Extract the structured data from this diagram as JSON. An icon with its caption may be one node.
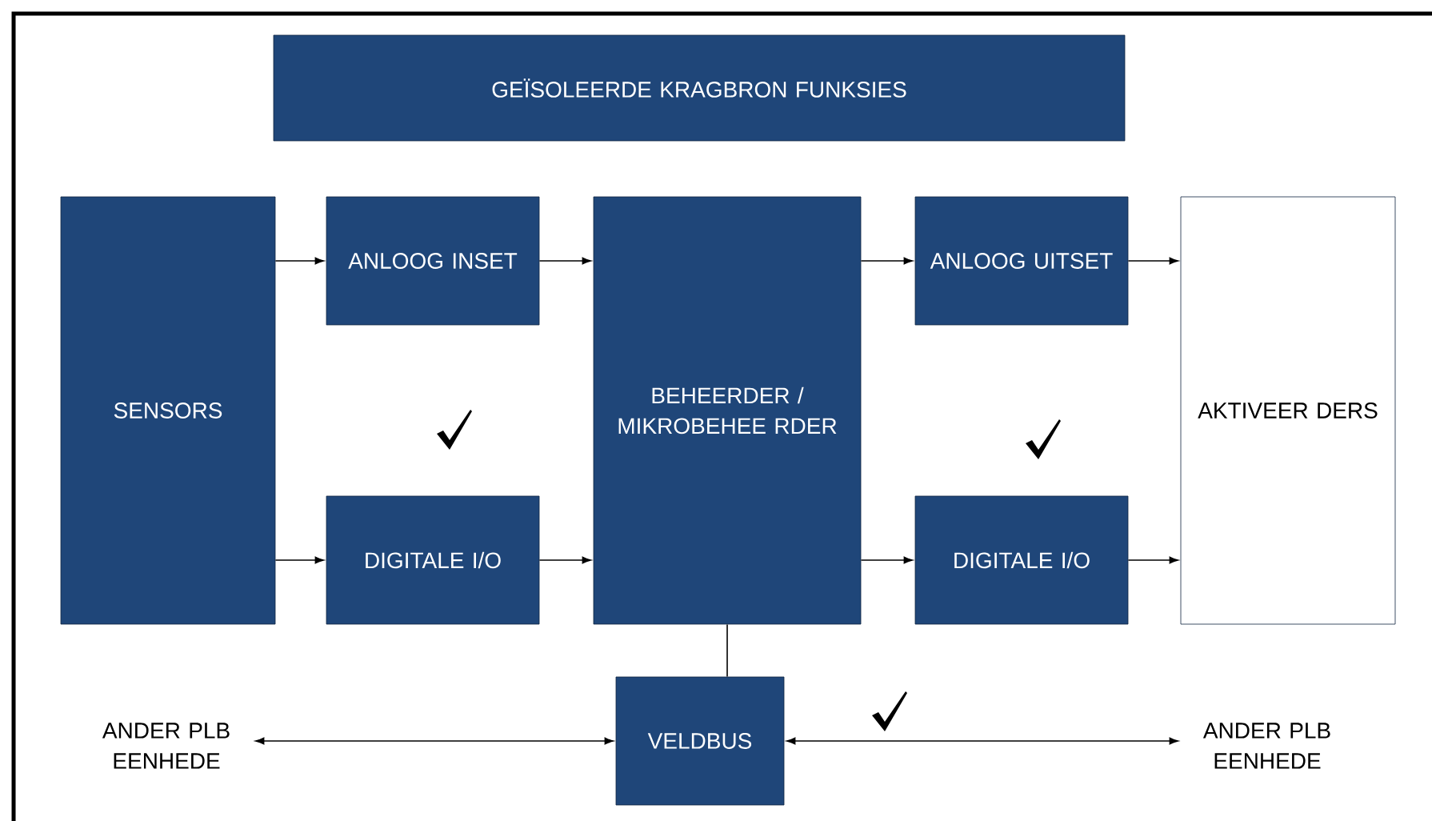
{
  "diagram": {
    "nodes": [
      {
        "text": [
          "GEÏSOLEERDE KRAGBRON FUNKSIES"
        ]
      },
      {
        "text": [
          "SENSORS"
        ]
      },
      {
        "text": [
          "ANLOOG INSET"
        ]
      },
      {
        "text": [
          "DIGITALE I/O"
        ]
      },
      {
        "text": [
          "BEHEERDER / MIKROBEHEE RDER"
        ]
      },
      {
        "text": [
          "ANLOOG UITSET"
        ]
      },
      {
        "text": [
          "DIGITALE I/O"
        ]
      },
      {
        "text": [
          "AKTIVEER DERS"
        ]
      },
      {
        "text": [
          "ANDER PLB EENHEDE"
        ]
      },
      {
        "text": [
          "VELDBUS"
        ]
      },
      {
        "text": [
          "ANDER PLB EENHEDE"
        ]
      }
    ],
    "edges": [
      {
        "from": 1,
        "to": 2,
        "arrow": "to"
      },
      {
        "from": 1,
        "to": 3,
        "arrow": "to"
      },
      {
        "from": 2,
        "to": 4,
        "arrow": "to"
      },
      {
        "from": 3,
        "to": 4,
        "arrow": "to"
      },
      {
        "from": 4,
        "to": 5,
        "arrow": "to"
      },
      {
        "from": 4,
        "to": 6,
        "arrow": "to"
      },
      {
        "from": 5,
        "to": 7,
        "arrow": "to"
      },
      {
        "from": 6,
        "to": 7,
        "arrow": "to"
      },
      {
        "from": 4,
        "to": 9,
        "arrow": "none"
      },
      {
        "from": 9,
        "to": 8,
        "arrow": "both"
      },
      {
        "from": 9,
        "to": 10,
        "arrow": "both"
      }
    ]
  }
}
